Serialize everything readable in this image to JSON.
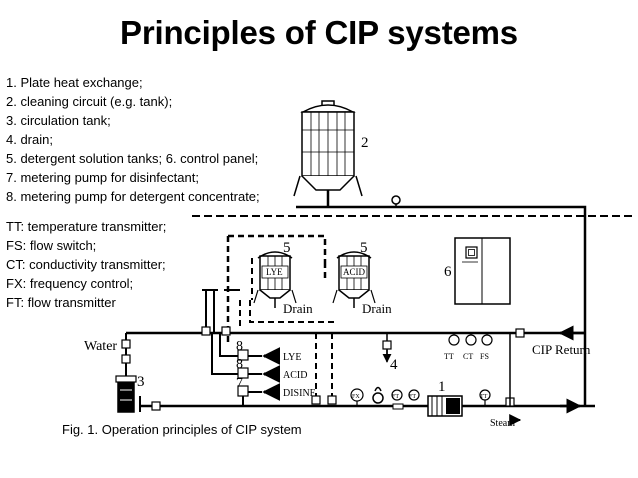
{
  "title": "Principles of CIP systems",
  "legend": [
    "1. Plate heat exchange;",
    "2. cleaning circuit (e.g. tank);",
    "3. circulation tank;",
    "4. drain;",
    "5. detergent solution tanks; 6. control panel;",
    "7. metering pump for disinfectant;",
    "8. metering pump for detergent concentrate;"
  ],
  "abbreviations": [
    "TT: temperature transmitter;",
    "FS: flow switch;",
    "CT: conductivity transmitter;",
    "FX: frequency control;",
    "FT: flow transmitter"
  ],
  "caption": "Fig. 1. Operation principles of CIP system",
  "diagram": {
    "labels": {
      "tank": "2",
      "panel": "6",
      "lye_tank_num": "5",
      "acid_tank_num": "5",
      "lye_tank": "LYE",
      "acid_tank": "ACID",
      "drain_left": "Drain",
      "drain_right": "Drain",
      "water": "Water",
      "circulation_tank": "3",
      "pump_8a": "8",
      "pump_8b": "8",
      "pump_7": "7",
      "lye_in": "LYE",
      "acid_in": "ACID",
      "disinf_in": "DISINF",
      "drain_4": "4",
      "tt": "TT",
      "ct": "CT",
      "fs": "FS",
      "cip_return": "CIP Return",
      "heat_exchanger": "1",
      "fx": "FX",
      "ft": "FT",
      "steam": "Steam"
    }
  }
}
